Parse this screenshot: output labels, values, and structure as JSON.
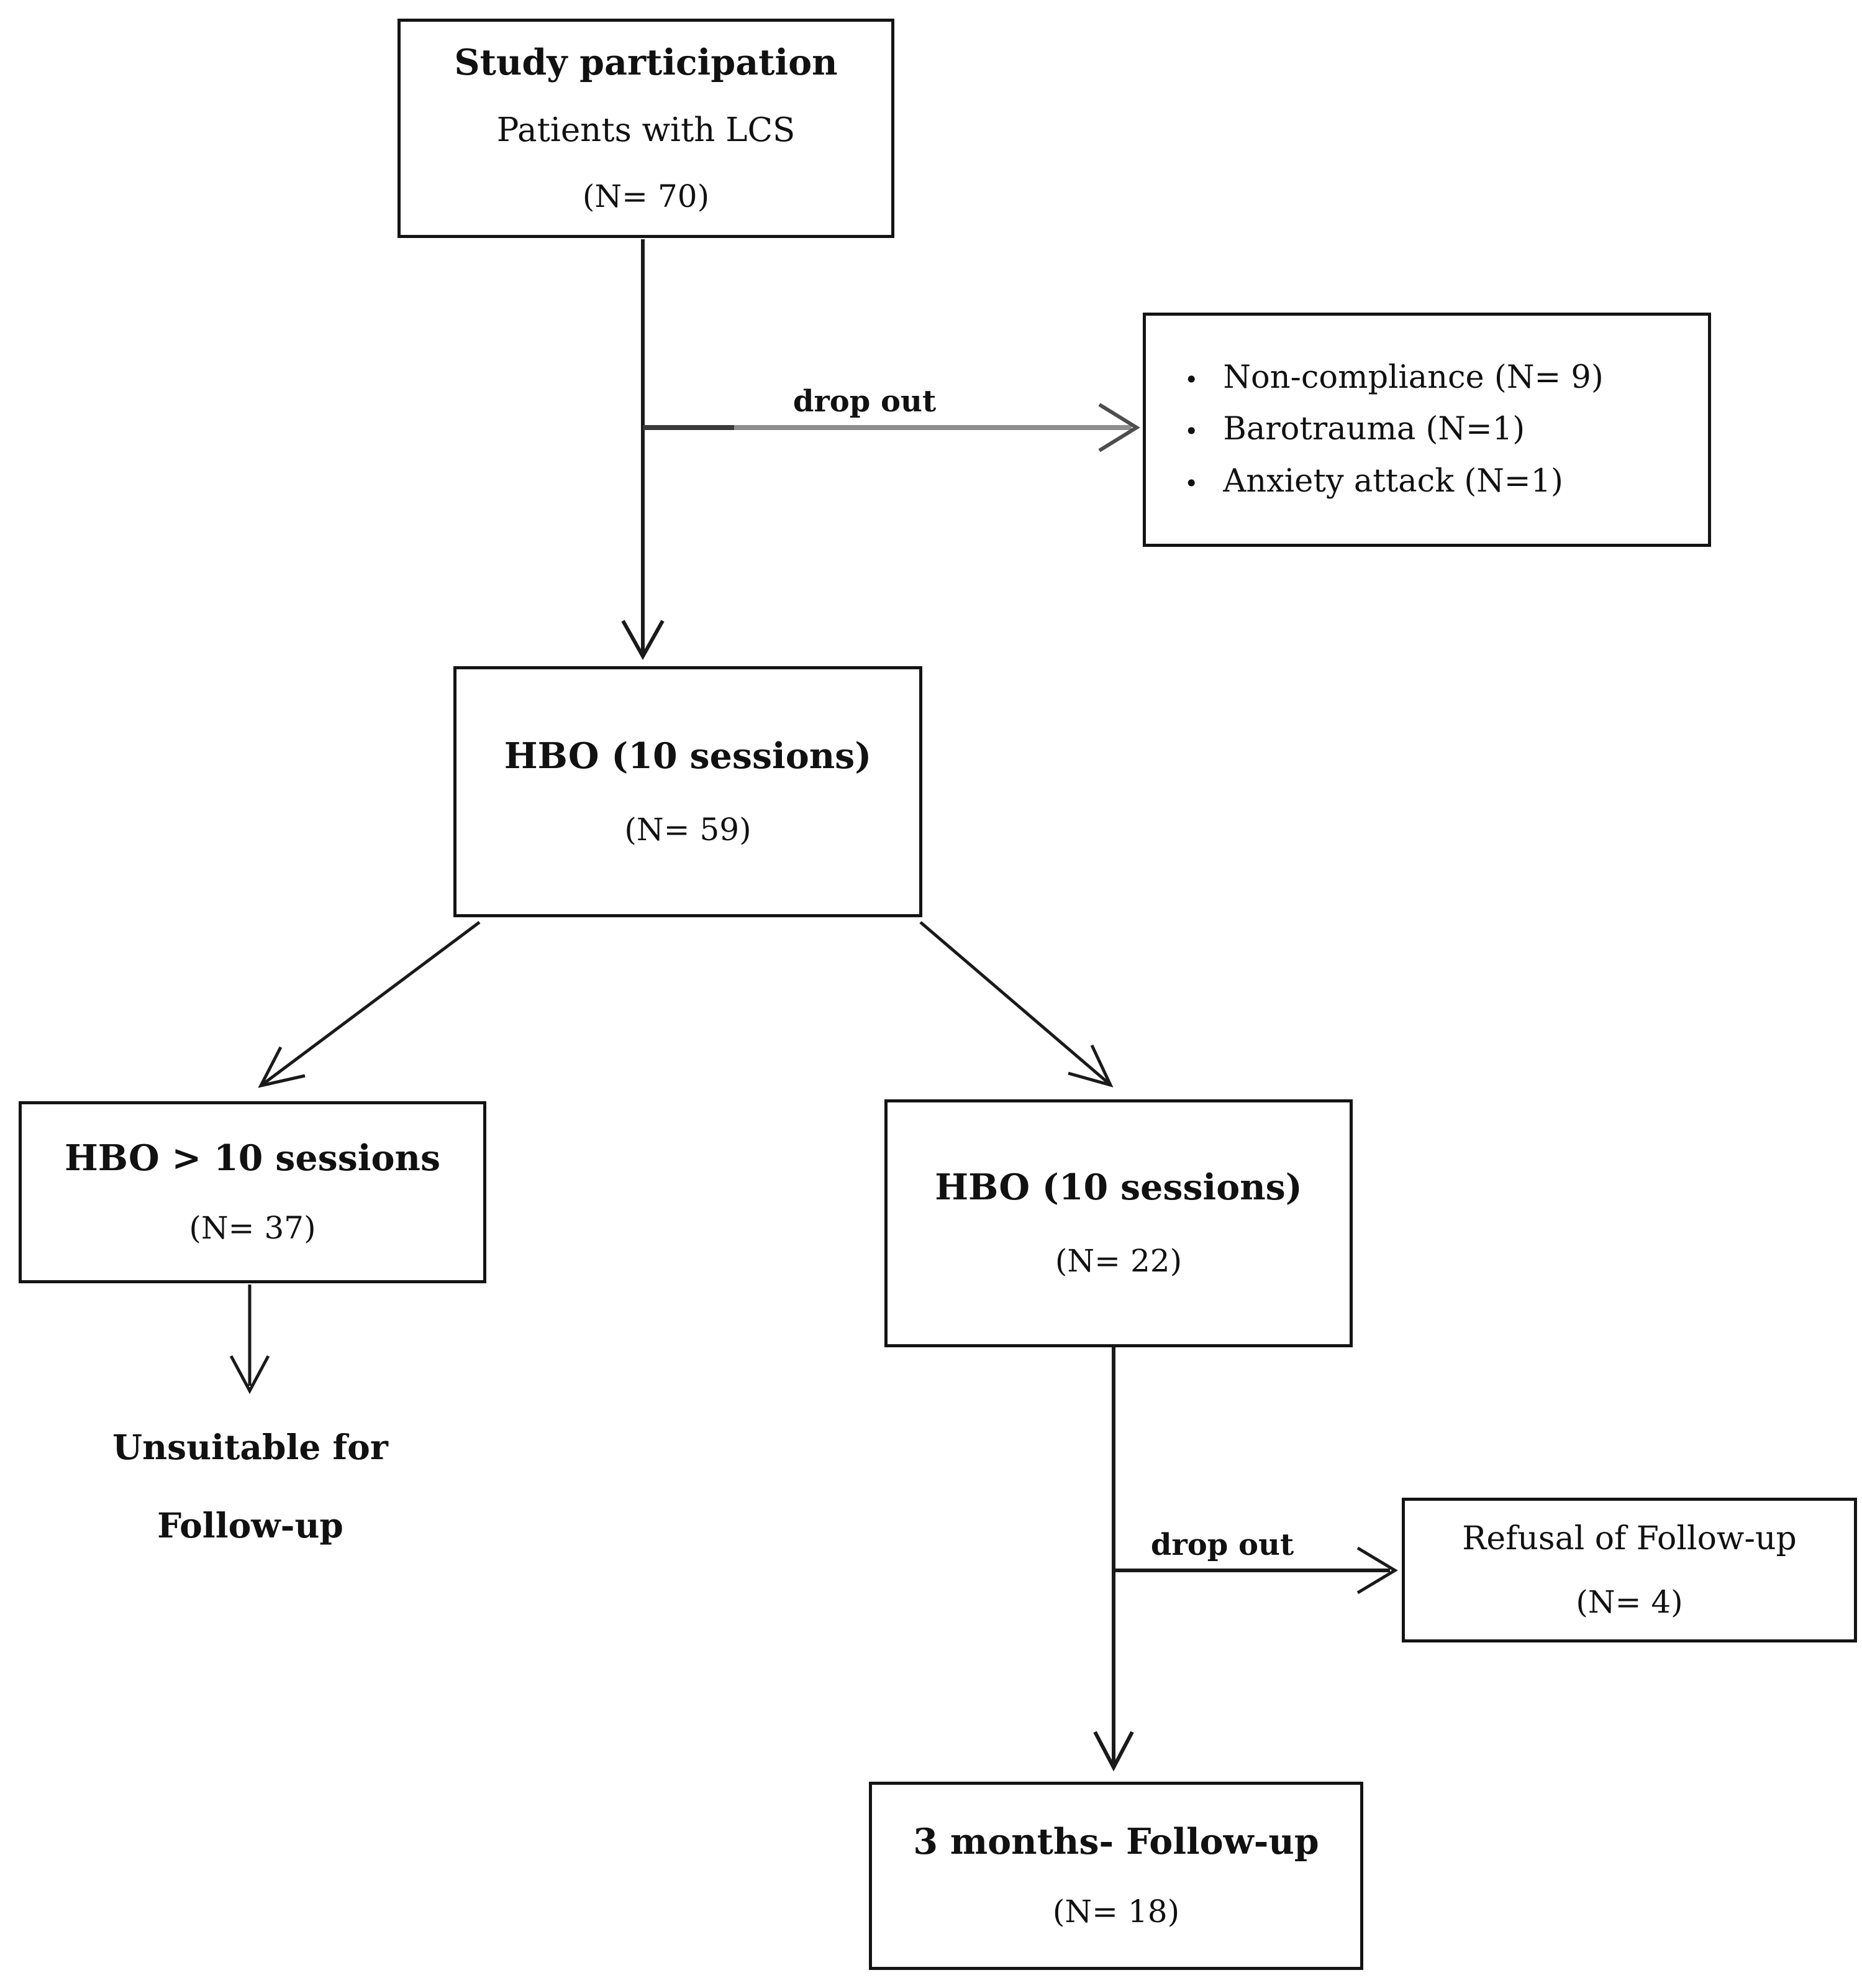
{
  "figure": {
    "background": "#ffffff",
    "line_color": "#1a1a1a",
    "gray_line_color": "#8e8e8e",
    "bullet_char": "•",
    "nodes": {
      "study": {
        "title": "Study participation",
        "subtitle": "Patients with LCS",
        "n": "(N= 70)"
      },
      "dropout_reasons": {
        "items": [
          "Non-compliance (N= 9)",
          "Barotrauma (N=1)",
          "Anxiety attack (N=1)"
        ]
      },
      "hbo_all": {
        "title": "HBO (10 sessions)",
        "n": "(N= 59)"
      },
      "hbo_more": {
        "title": "HBO > 10 sessions",
        "n": "(N= 37)"
      },
      "hbo_ten": {
        "title": "HBO (10 sessions)",
        "n": "(N= 22)"
      },
      "refusal": {
        "title": "Refusal of Follow-up",
        "n": "(N= 4)"
      },
      "followup": {
        "title": "3 months- Follow-up",
        "n": "(N= 18)"
      }
    },
    "labels": {
      "dropout_top": "drop out",
      "dropout_bottom": "drop out",
      "unsuitable_line1": "Unsuitable for",
      "unsuitable_line2": "Follow-up"
    }
  }
}
